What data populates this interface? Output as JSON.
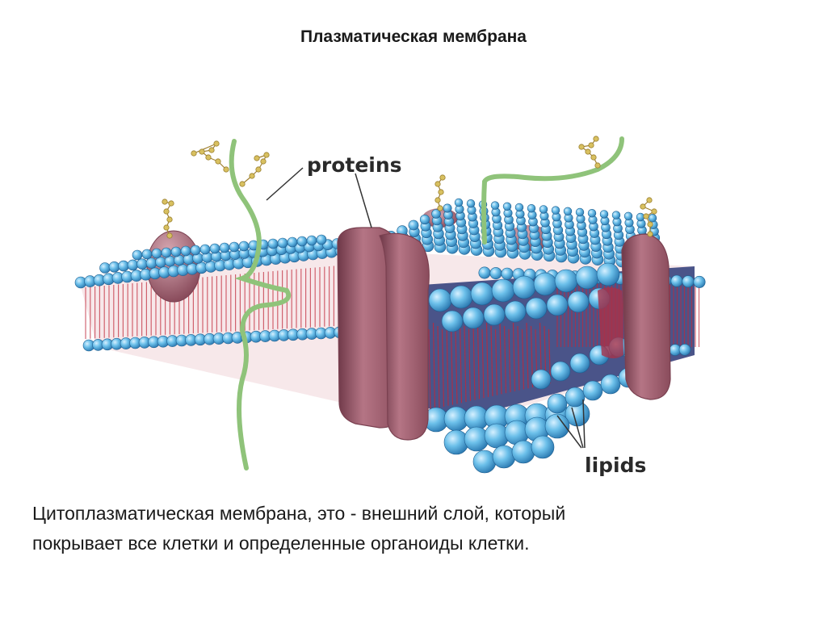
{
  "title": "Плазматическая мембрана",
  "diagram": {
    "labels": {
      "proteins": "proteins",
      "lipids": "lipids"
    },
    "colors": {
      "lipid_head": "#5fb4e0",
      "lipid_head_dark": "#2d7fb8",
      "lipid_tail": "#c0283a",
      "protein": "#a86878",
      "protein_dark": "#7a4050",
      "glycan": "#d8c060",
      "fiber": "#8fc37a"
    }
  },
  "caption": {
    "line1": "Цитоплазматическая мембрана, это - внешний слой, который",
    "line2": "покрывает все клетки и определенные органоиды клетки."
  }
}
